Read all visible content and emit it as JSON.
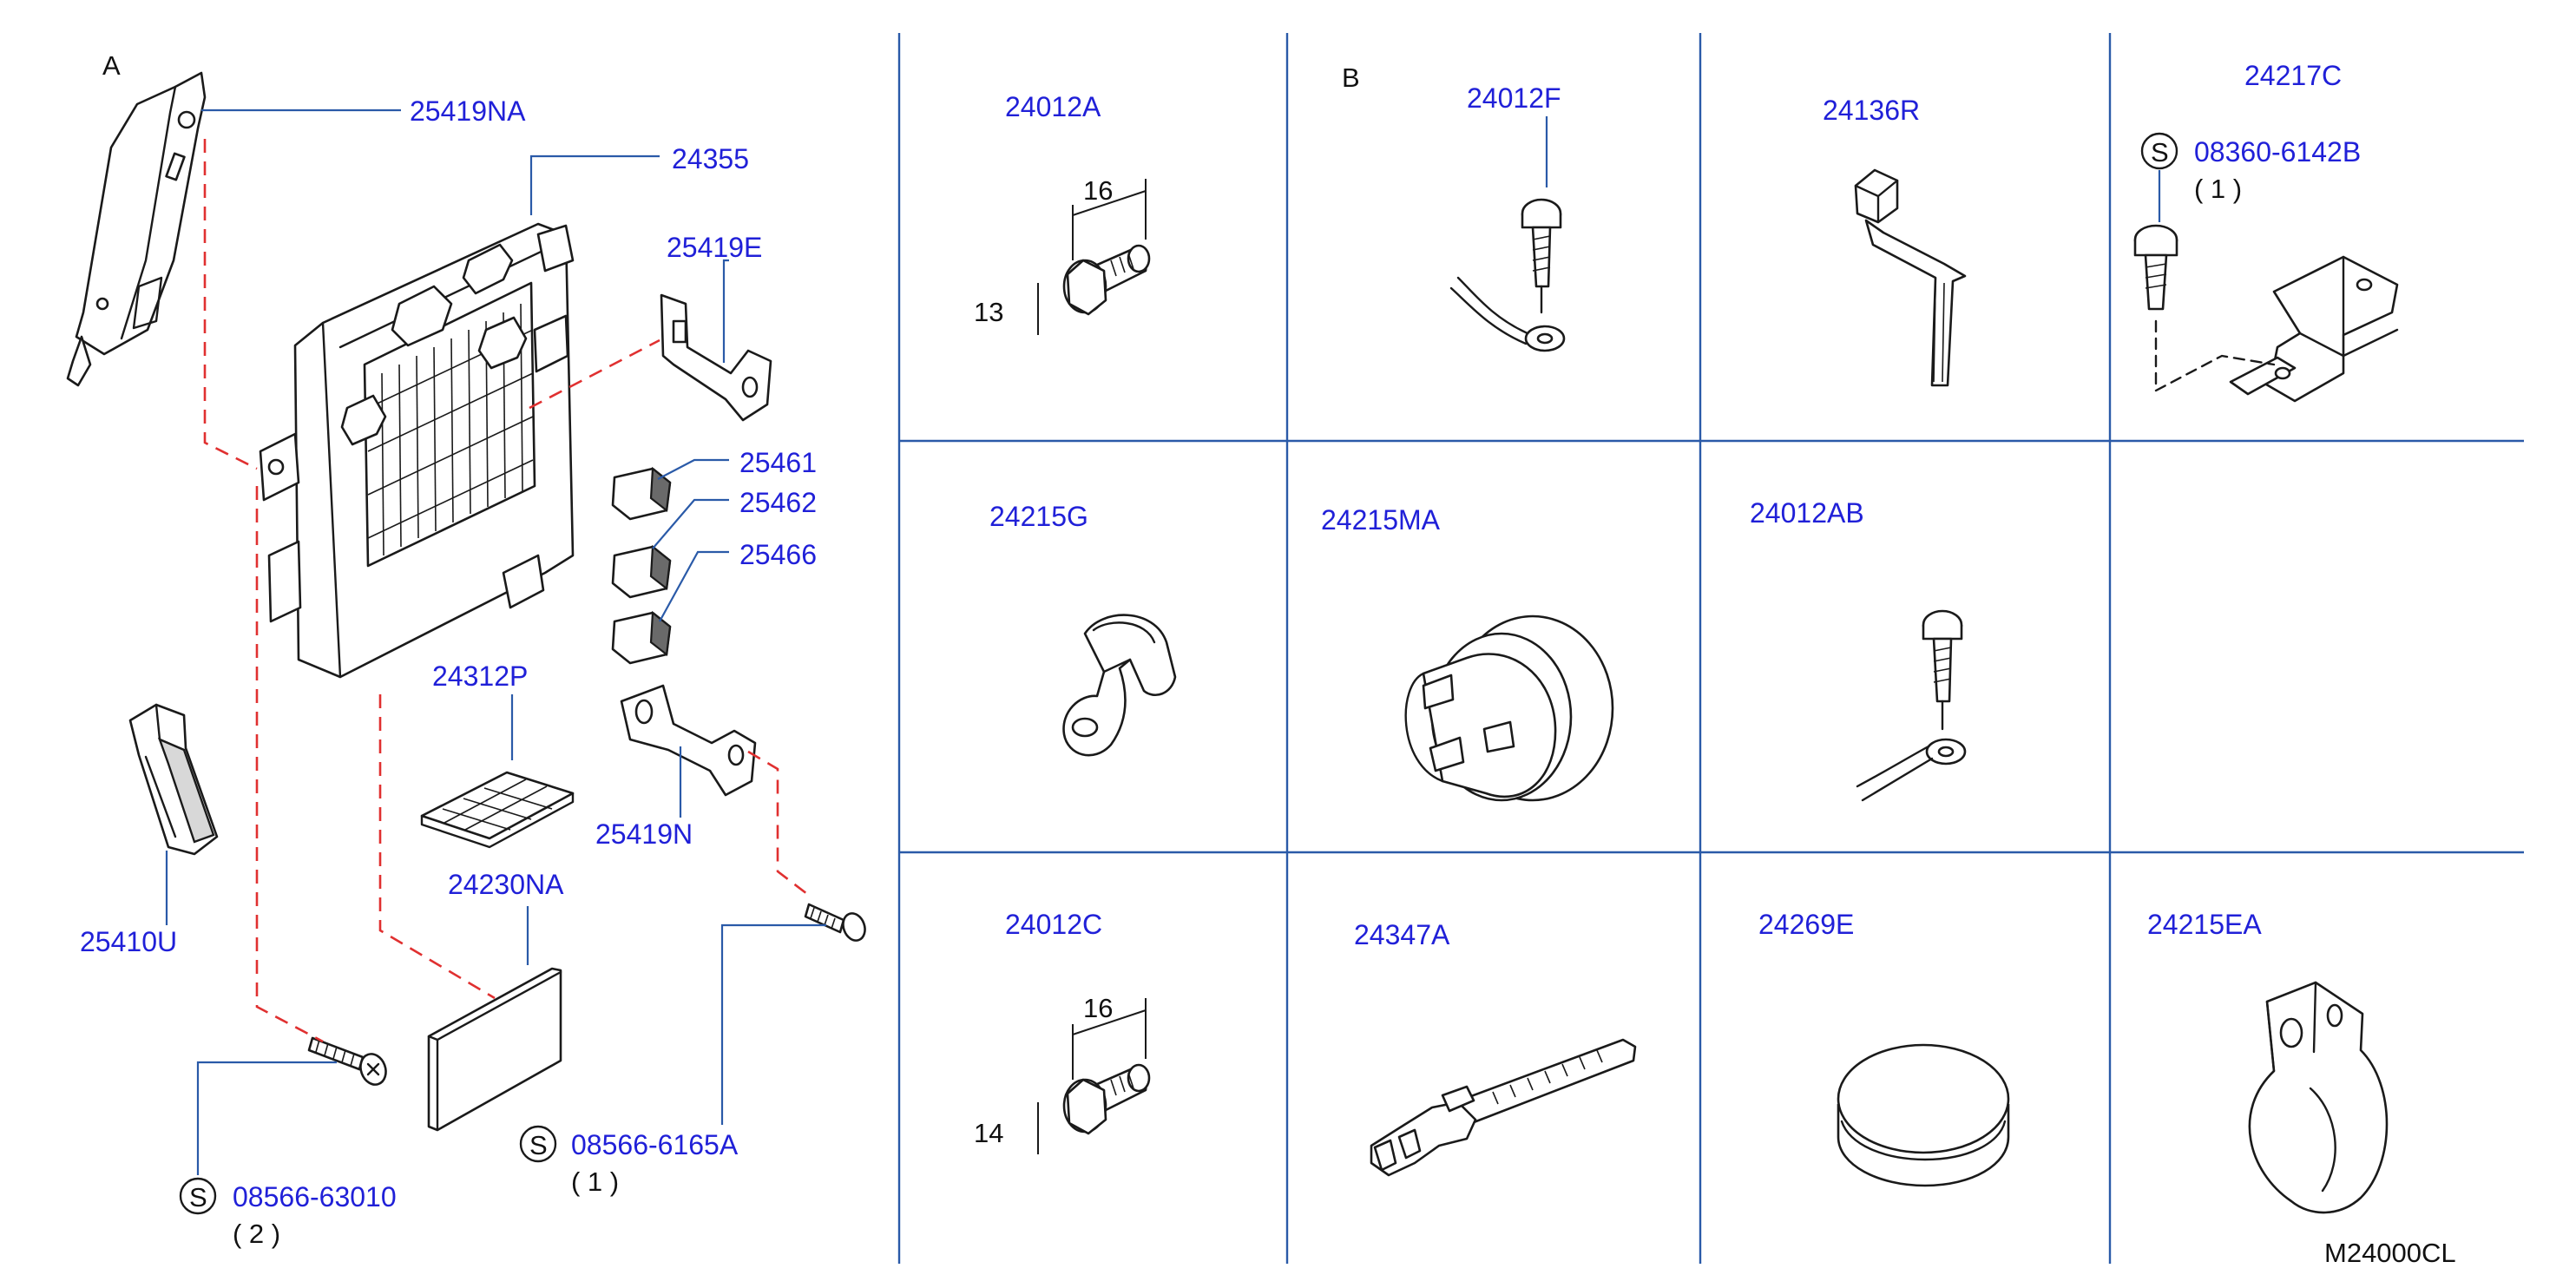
{
  "diagram": {
    "ref_a": "A",
    "ref_b": "B",
    "drawing_number": "M24000CL",
    "s_mark": "S",
    "left_parts": {
      "p25419NA": "25419NA",
      "p24355": "24355",
      "p25419E": "25419E",
      "p25461": "25461",
      "p25462": "25462",
      "p25466": "25466",
      "p24312P": "24312P",
      "p25419N": "25419N",
      "p25410U": "25410U",
      "p24230NA": "24230NA",
      "s08566_6165A": "08566-6165A",
      "s08566_6165A_qty": "( 1 )",
      "s08566_63010": "08566-63010",
      "s08566_63010_qty": "( 2 )"
    },
    "cells": {
      "c24012A": "24012A",
      "c24012F": "24012F",
      "c24136R": "24136R",
      "c24217C": "24217C",
      "s08360_6142B": "08360-6142B",
      "s08360_6142B_qty": "( 1 )",
      "c24215G": "24215G",
      "c24215MA": "24215MA",
      "c24012AB": "24012AB",
      "c24012C": "24012C",
      "c24347A": "24347A",
      "c24269E": "24269E",
      "c24215EA": "24215EA"
    },
    "dimensions": {
      "a_len": "16",
      "a_dia": "13",
      "c_len": "16",
      "c_dia": "14"
    }
  }
}
